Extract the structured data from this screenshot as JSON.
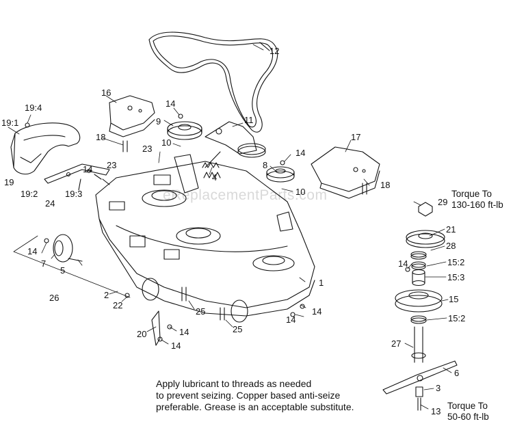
{
  "watermark": "eReplacementParts.com",
  "note": {
    "line1": "Apply lubricant to threads as needed",
    "line2": "to prevent seizing. Copper based anti-seize",
    "line3": "preferable. Grease is an acceptable substitute."
  },
  "torque_top": {
    "line1": "Torque To",
    "line2": "130-160 ft-lb"
  },
  "torque_bottom": {
    "line1": "Torque To",
    "line2": "50-60 ft-lb"
  },
  "callouts": {
    "c12": "12",
    "c16": "16",
    "c19_4": "19:4",
    "c19_1": "19:1",
    "c9": "9",
    "c14a": "14",
    "c11": "11",
    "c17": "17",
    "c18a": "18",
    "c10a": "10",
    "c23a": "23",
    "c14b": "14",
    "c8": "8",
    "c23b": "23",
    "c4": "4",
    "c10b": "10",
    "c18b": "18",
    "c14c": "14",
    "c19": "19",
    "c19_2": "19:2",
    "c24": "24",
    "c19_3": "19:3",
    "c29": "29",
    "c21": "21",
    "c28": "28",
    "c14d": "14",
    "c15_2a": "15:2",
    "c7": "7",
    "c5": "5",
    "c15_3": "15:3",
    "c1": "1",
    "c15": "15",
    "c26": "26",
    "c2": "2",
    "c22": "22",
    "c25a": "25",
    "c14e": "14",
    "c15_2b": "15:2",
    "c20": "20",
    "c14f": "14",
    "c25b": "25",
    "c14g": "14",
    "c27": "27",
    "c6": "6",
    "c3": "3",
    "c13": "13"
  }
}
